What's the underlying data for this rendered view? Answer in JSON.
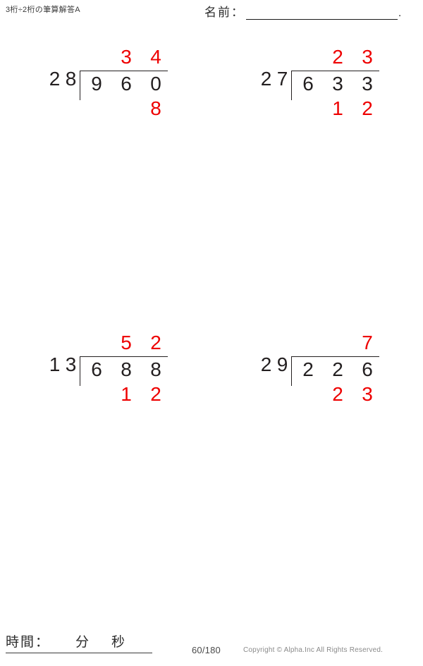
{
  "header": {
    "title": "3桁÷2桁の筆算解答A",
    "name_label": "名前：",
    "name_value": "",
    "name_period": "."
  },
  "colors": {
    "answer_red": "#ee0000",
    "ink_black": "#231f20"
  },
  "problems": [
    {
      "index": 1,
      "divisor": [
        "2",
        "8"
      ],
      "dividend": [
        "9",
        "6",
        "0"
      ],
      "quotient": [
        "",
        "3",
        "4"
      ],
      "remainder": [
        "",
        "",
        "8"
      ]
    },
    {
      "index": 2,
      "divisor": [
        "2",
        "7"
      ],
      "dividend": [
        "6",
        "3",
        "3"
      ],
      "quotient": [
        "",
        "2",
        "3"
      ],
      "remainder": [
        "",
        "1",
        "2"
      ]
    },
    {
      "index": 3,
      "divisor": [
        "1",
        "3"
      ],
      "dividend": [
        "6",
        "8",
        "8"
      ],
      "quotient": [
        "",
        "5",
        "2"
      ],
      "remainder": [
        "",
        "1",
        "2"
      ]
    },
    {
      "index": 4,
      "divisor": [
        "2",
        "9"
      ],
      "dividend": [
        "2",
        "2",
        "6"
      ],
      "quotient": [
        "",
        "",
        "7"
      ],
      "remainder": [
        "",
        "2",
        "3"
      ]
    }
  ],
  "footer": {
    "time_label": "時間：",
    "time_minutes": "分",
    "time_seconds": "秒",
    "page_number": "60/180",
    "copyright": "Copyright © Alpha.Inc All Rights Reserved."
  }
}
